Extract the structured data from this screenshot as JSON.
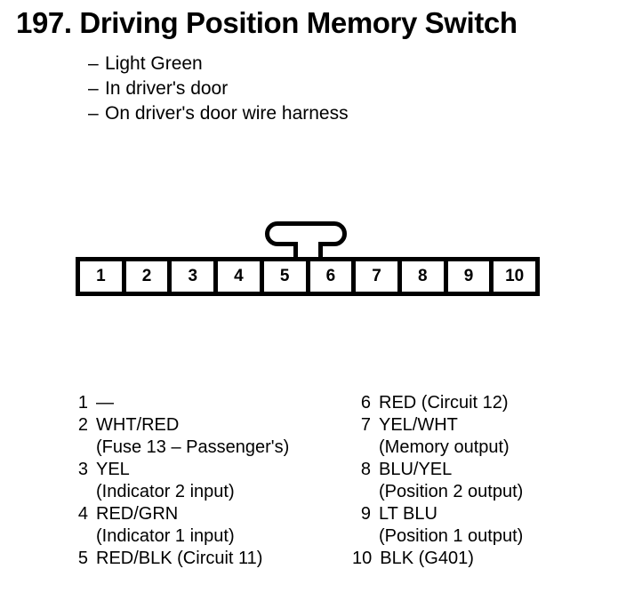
{
  "header": {
    "number": "197.",
    "title": "197. Driving Position Memory Switch",
    "specs": [
      {
        "dash": "–",
        "text": "Light Green"
      },
      {
        "dash": "–",
        "text": "In driver's door"
      },
      {
        "dash": "–",
        "text": "On driver's door wire harness"
      }
    ]
  },
  "connector": {
    "pin_count": 10,
    "pins": [
      "1",
      "2",
      "3",
      "4",
      "5",
      "6",
      "7",
      "8",
      "9",
      "10"
    ],
    "latch_position": "top-center-between-pin-5-and-6",
    "outline_color": "#000000",
    "fill_color": "#ffffff"
  },
  "legend": {
    "left": [
      {
        "num": "1",
        "wire": "—",
        "detail": ""
      },
      {
        "num": "2",
        "wire": "WHT/RED",
        "detail": "(Fuse 13 – Passenger's)"
      },
      {
        "num": "3",
        "wire": "YEL",
        "detail": "(Indicator 2 input)"
      },
      {
        "num": "4",
        "wire": "RED/GRN",
        "detail": "(Indicator 1 input)"
      },
      {
        "num": "5",
        "wire": "RED/BLK (Circuit 11)",
        "detail": ""
      }
    ],
    "right": [
      {
        "num": "6",
        "wire": "RED (Circuit 12)",
        "detail": ""
      },
      {
        "num": "7",
        "wire": "YEL/WHT",
        "detail": "(Memory output)"
      },
      {
        "num": "8",
        "wire": "BLU/YEL",
        "detail": "(Position 2 output)"
      },
      {
        "num": "9",
        "wire": "LT BLU",
        "detail": "(Position 1 output)"
      },
      {
        "num": "10",
        "wire": "BLK (G401)",
        "detail": ""
      }
    ]
  }
}
